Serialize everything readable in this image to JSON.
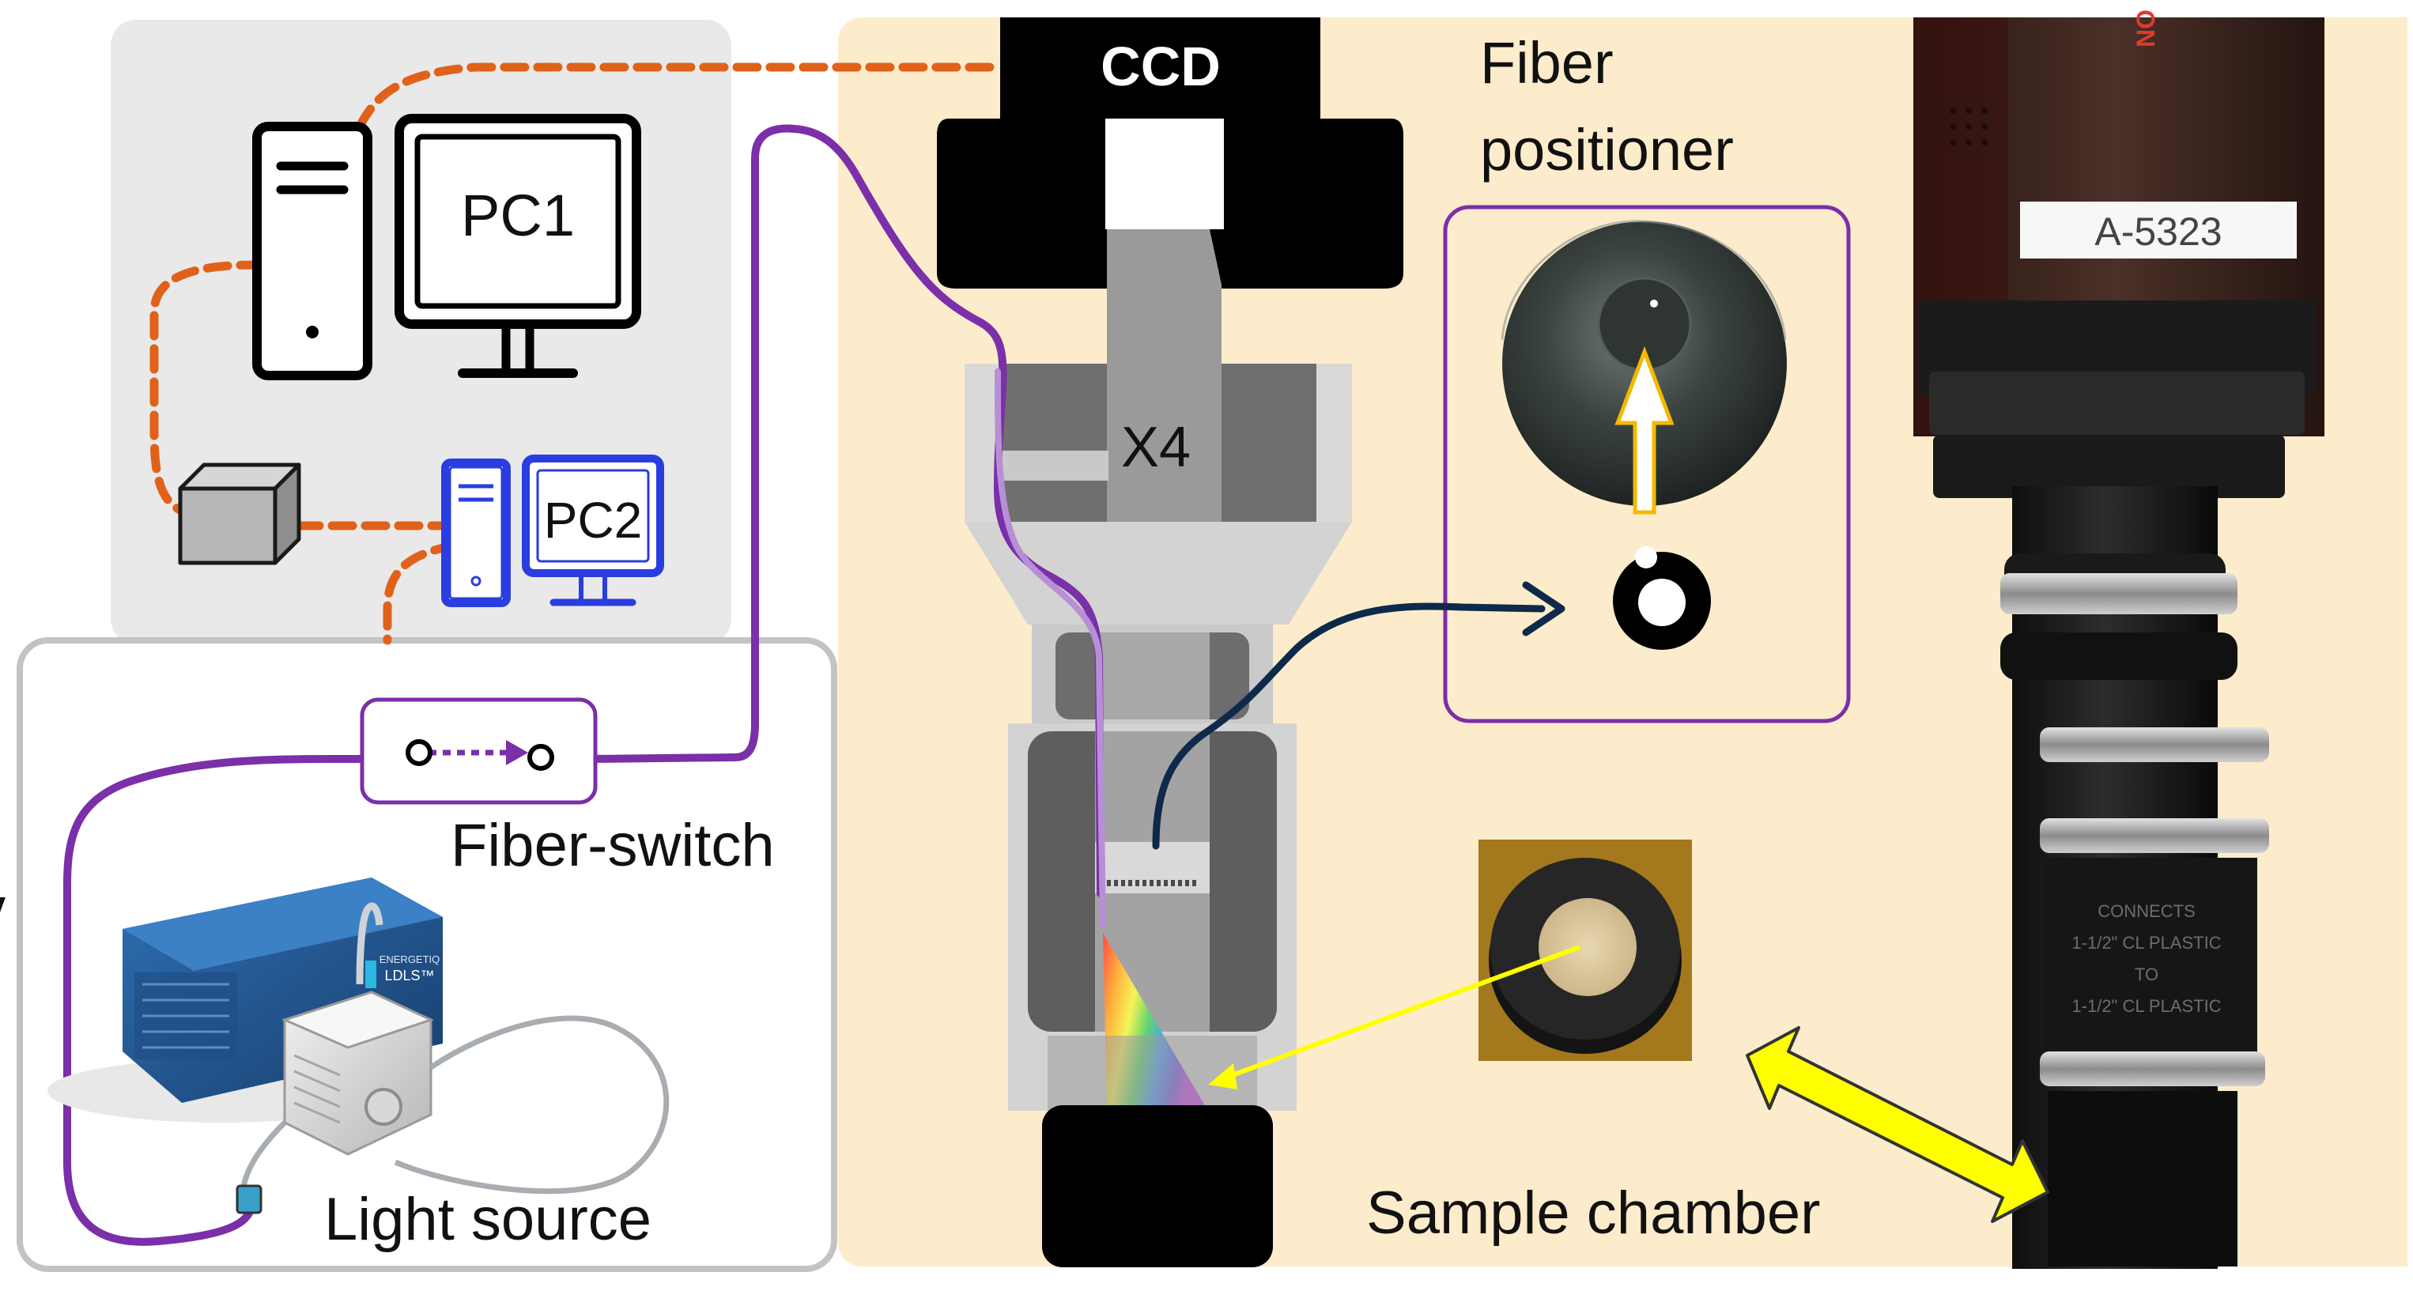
{
  "labels": {
    "ccd": "CCD",
    "pc1": "PC1",
    "pc2": "PC2",
    "magnification": "X4",
    "fiber_positioner_line1": "Fiber",
    "fiber_positioner_line2": "positioner",
    "fiber_switch": "Fiber-switch",
    "light_source": "Light source",
    "sample_chamber": "Sample chamber",
    "camera_tag": "A-5323",
    "camera_brand_fragment": "NO",
    "ldls_brand": "ENERGETIQ",
    "ldls_model": "LDLS™",
    "coupler_text_line1": "CONNECTS",
    "coupler_text_line2": "1-1/2\" CL PLASTIC",
    "coupler_text_line3": "TO",
    "coupler_text_line4": "1-1/2\" CL PLASTIC"
  },
  "colors": {
    "computer_panel": "#e9e9e9",
    "light_panel_border": "#c3c3c3",
    "setup_panel": "#fdeccb",
    "data_cable": "#e0621a",
    "optical_fiber": "#7b2fa8",
    "pc2_outline": "#2a3de0",
    "positioner_arrow": "#0e2a4a",
    "sample_arrow": "#ffff00",
    "lift_arrow": "#f5b800"
  }
}
